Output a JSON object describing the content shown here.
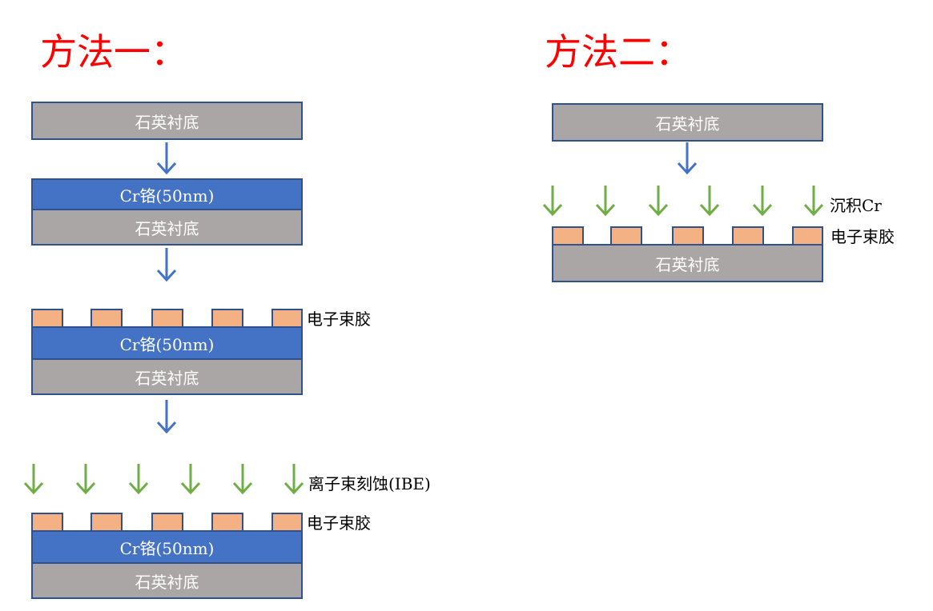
{
  "method1": {
    "title": "方法一：",
    "substrate_label": "石英衬底",
    "cr_label": "Cr铬(50nm)",
    "resist_label": "电子束胶",
    "ibe_label": "离子束刻蚀(IBE)"
  },
  "method2": {
    "title": "方法二：",
    "substrate_label": "石英衬底",
    "deposit_label": "沉积Cr",
    "resist_label": "电子束胶"
  },
  "colors": {
    "title": "#ff0000",
    "substrate": "#aaa6a6",
    "cr_layer": "#4472c4",
    "resist": "#f4b183",
    "border": "#2f528f",
    "step_arrow": "#4472c4",
    "process_arrow": "#70ad47"
  }
}
